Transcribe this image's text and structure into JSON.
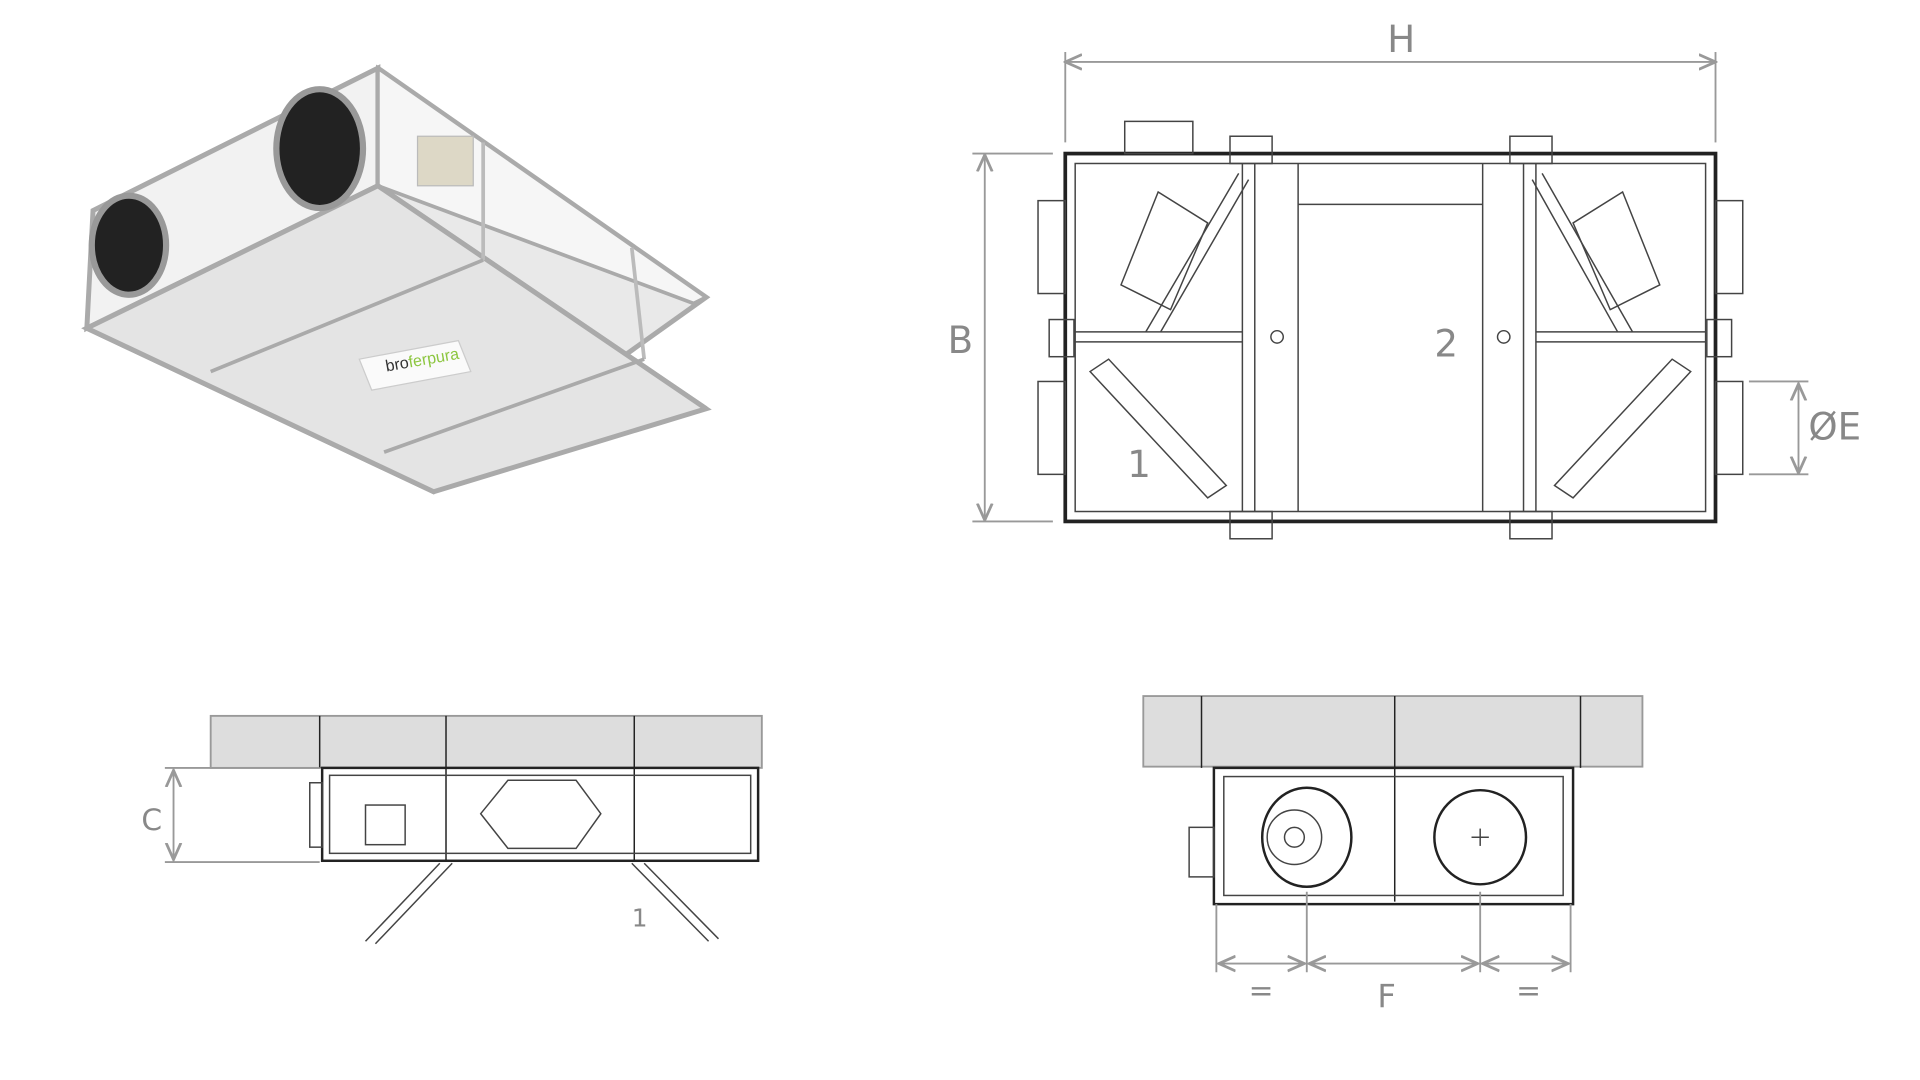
{
  "product_photo": {
    "logo": "brofer pura",
    "logo_colors": {
      "brand": "#8cc63f",
      "text": "#333333"
    }
  },
  "top_view": {
    "labels": {
      "width": "H",
      "depth": "B",
      "zone1": "1",
      "zone2": "2",
      "duct_diameter": "ØE"
    }
  },
  "side_view": {
    "labels": {
      "height": "C",
      "bracket": "1"
    }
  },
  "front_view": {
    "labels": {
      "left_equal": "=",
      "spacing": "F",
      "right_equal": "="
    }
  }
}
